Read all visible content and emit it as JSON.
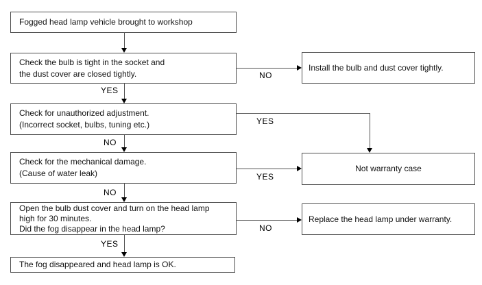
{
  "colors": {
    "background": "#ffffff",
    "box_border": "#4b4b4b",
    "connector_line": "#4f4f4f",
    "arrowhead": "#000000",
    "text": "#111111"
  },
  "nodes": {
    "start": {
      "text": "Fogged head lamp vehicle brought to workshop"
    },
    "check_bulb": {
      "line1": "Check the bulb is tight in the socket and",
      "line2": "the dust cover are closed tightly."
    },
    "check_adjustment": {
      "line1": "Check for unauthorized adjustment.",
      "line2": "(Incorrect socket, bulbs, tuning etc.)"
    },
    "check_damage": {
      "line1": "Check for the mechanical damage.",
      "line2": "(Cause of water leak)"
    },
    "open_cover": {
      "line1": "Open the bulb dust cover and turn on the head lamp",
      "line2": "high for 30 minutes.",
      "line3": "Did the fog disappear in the head lamp?"
    },
    "fog_ok": {
      "text": "The fog disappeared and head lamp is OK."
    },
    "install": {
      "text": "Install the bulb and dust cover tightly."
    },
    "not_warranty": {
      "text": "Not warranty case"
    },
    "replace": {
      "text": "Replace the head lamp under warranty."
    }
  },
  "edge_labels": {
    "check_bulb_yes": "YES",
    "check_bulb_no": "NO",
    "check_adjustment_no": "NO",
    "check_adjustment_yes": "YES",
    "check_damage_no": "NO",
    "check_damage_yes": "YES",
    "open_cover_yes": "YES",
    "open_cover_no": "NO"
  }
}
